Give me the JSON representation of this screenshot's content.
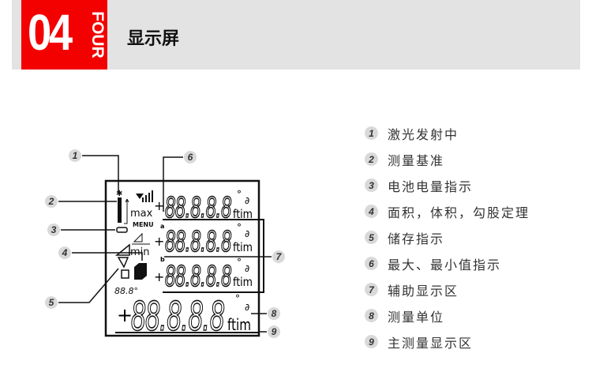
{
  "header": {
    "badge_number": "04",
    "badge_word": "FOUR",
    "title": "显示屏",
    "accent": "#f30000"
  },
  "lcd": {
    "digits": "88.8.8.8",
    "plus": "+",
    "unit": "ftim",
    "degree": "°",
    "partial": "∂",
    "max": "max",
    "min": "min",
    "menu": "MENU",
    "row_a": "a",
    "row_b": "b",
    "angle": "88.8°"
  },
  "callouts": [
    "1",
    "2",
    "3",
    "4",
    "5",
    "6",
    "7",
    "8",
    "9"
  ],
  "legend": [
    {
      "n": "1",
      "text": "激光发射中"
    },
    {
      "n": "2",
      "text": "测量基准"
    },
    {
      "n": "3",
      "text": "电池电量指示"
    },
    {
      "n": "4",
      "text": "面积，体积，勾股定理"
    },
    {
      "n": "5",
      "text": "储存指示"
    },
    {
      "n": "6",
      "text": "最大、最小值指示"
    },
    {
      "n": "7",
      "text": "辅助显示区"
    },
    {
      "n": "8",
      "text": "测量单位"
    },
    {
      "n": "9",
      "text": "主测量显示区"
    }
  ]
}
